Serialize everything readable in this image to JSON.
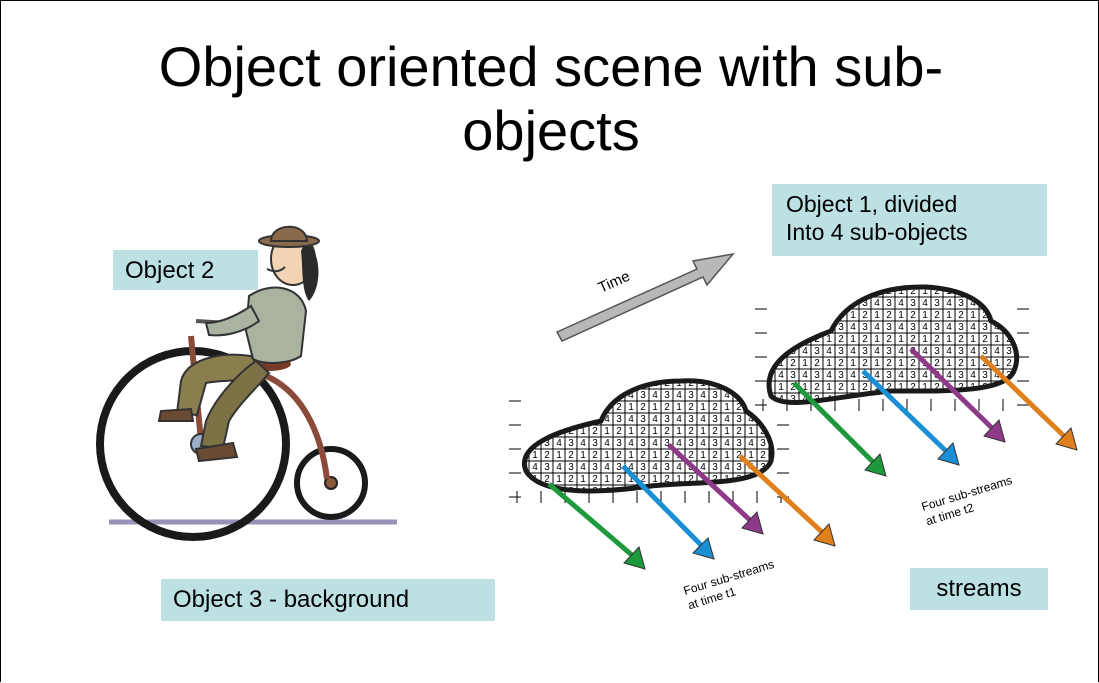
{
  "slide": {
    "title": "Object oriented scene with sub-objects",
    "labels": {
      "object1_line1": "Object 1, divided",
      "object1_line2": "Into 4 sub-objects",
      "object2": "Object 2",
      "object3": "Object 3 - background",
      "streams": "streams"
    },
    "diagram": {
      "time_label": "Time",
      "substreams_t1_line1": "Four sub-streams",
      "substreams_t1_line2": "at time t1",
      "substreams_t2_line1": "Four sub-streams",
      "substreams_t2_line2": "at time t2",
      "grid_pattern": [
        [
          "2",
          "1",
          "2",
          "1"
        ],
        [
          "3",
          "4",
          "3",
          "4"
        ]
      ]
    },
    "colors": {
      "label_box": "#bde0e3",
      "arrow_green": "#1e9a3c",
      "arrow_blue": "#1a8fd6",
      "arrow_purple": "#8e3a88",
      "arrow_orange": "#e0801c",
      "time_arrow": "#b8b8b8",
      "ground": "#9a90b8"
    }
  }
}
